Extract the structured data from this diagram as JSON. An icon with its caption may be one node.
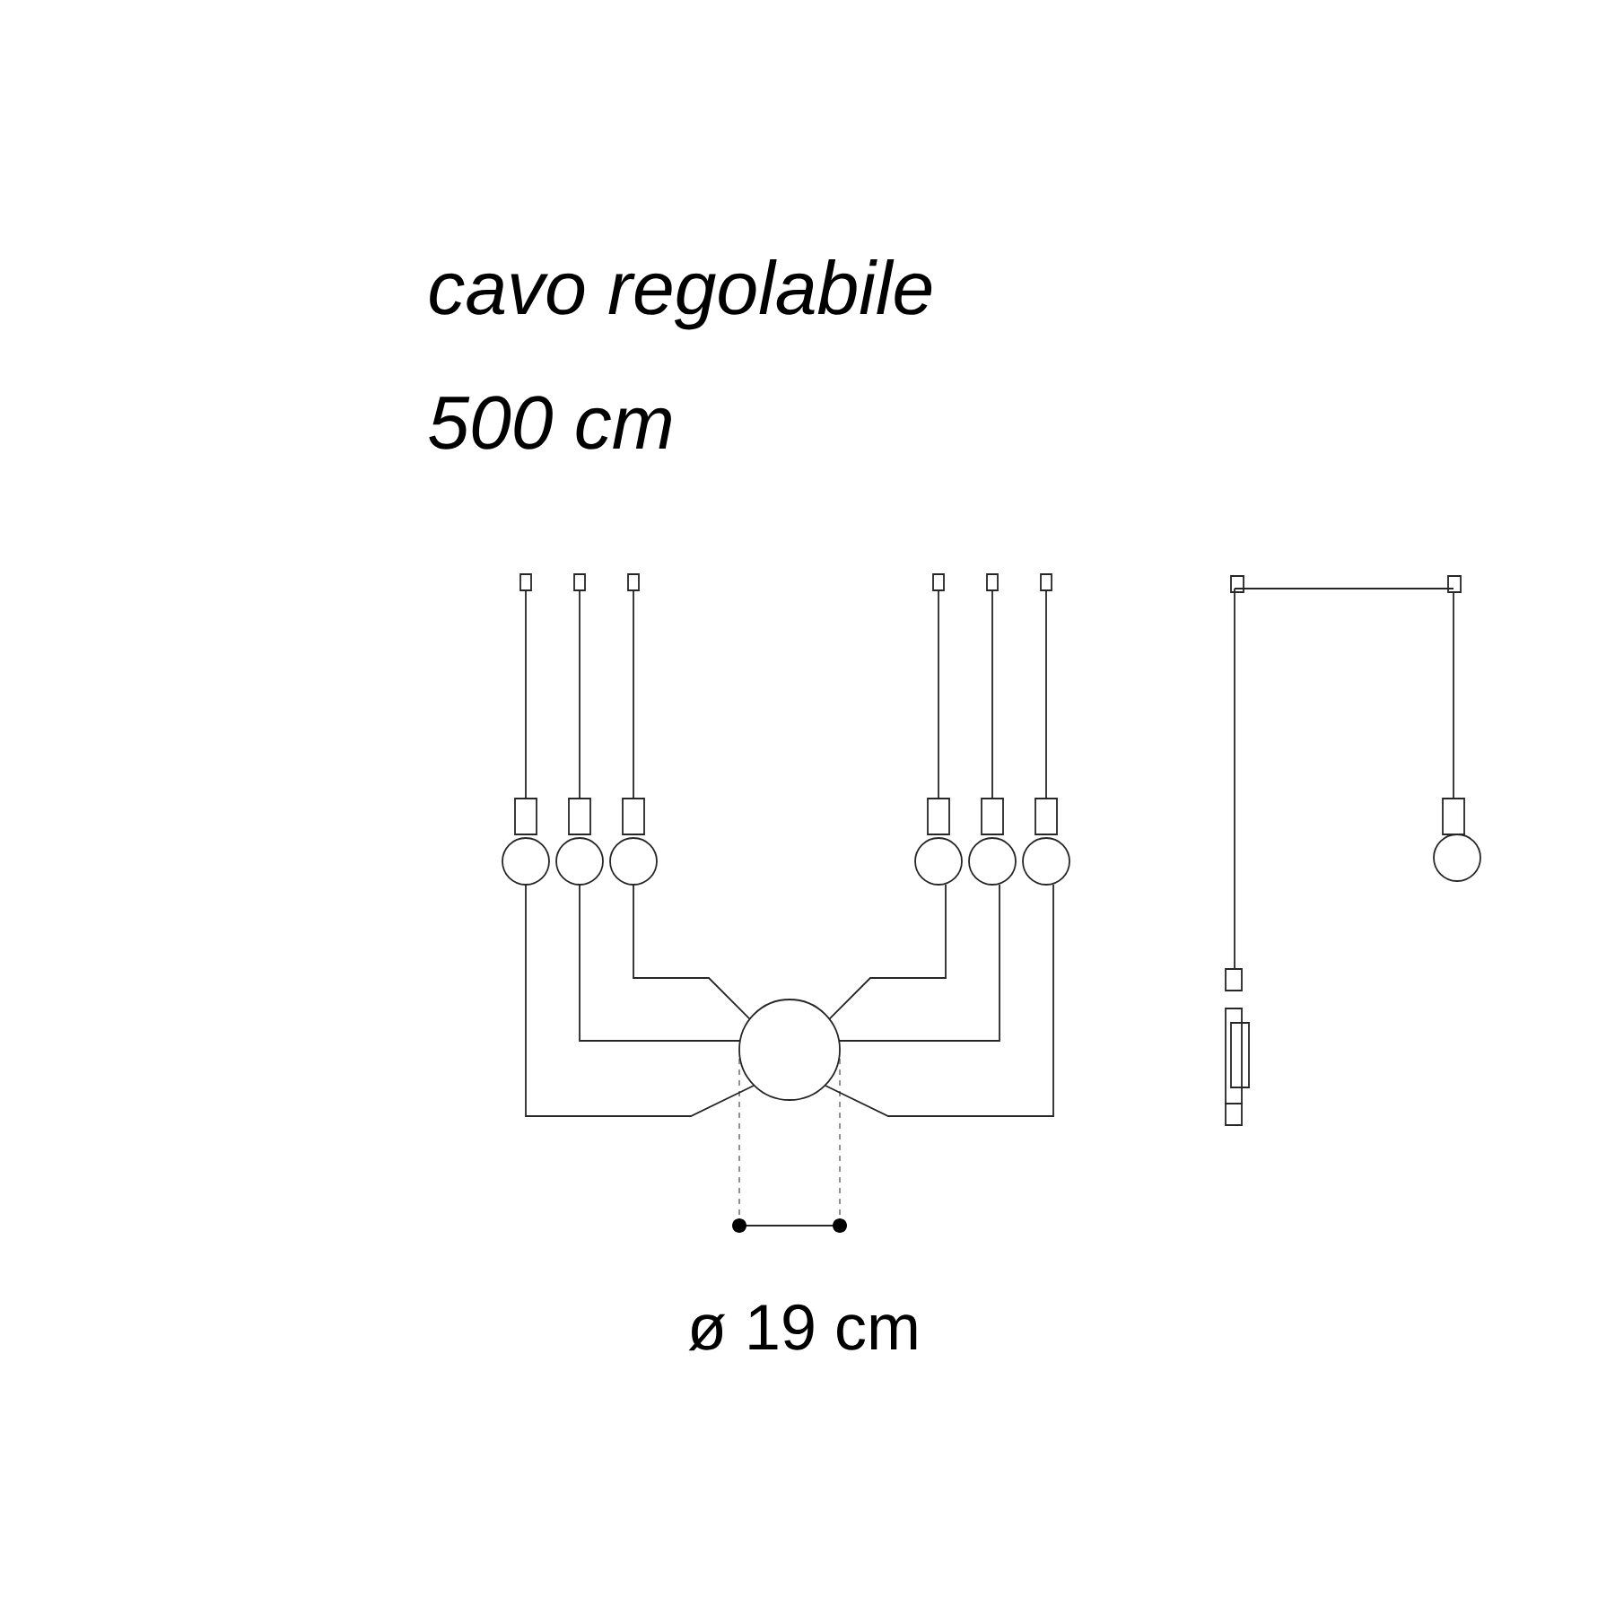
{
  "diagram": {
    "labels": [
      "cavo regolabile",
      "500 cm",
      "ø 19 cm"
    ]
  }
}
